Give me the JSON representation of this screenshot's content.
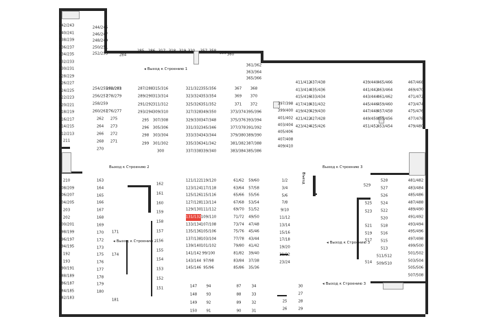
{
  "map": {
    "colors": {
      "wall": "#262626",
      "highlight": "#e8443a",
      "block": "#efefef"
    },
    "highlighted_spot": "131/132",
    "exits": {
      "b1": "Выход к Строению 1",
      "b2_top": "Выход к Строению 2",
      "b2_mid": "Выход к Строению 2",
      "b3_top": "Выход к Строению 3",
      "b3_mid": "Выход к Строению 3",
      "b3_bottom": "Выход к Строению 3",
      "entrance": "Въезд"
    },
    "spots": [
      "242/243",
      "240/241",
      "238/239",
      "236/237",
      "234/235",
      "232/233",
      "230/231",
      "228/229",
      "226/227",
      "224/225",
      "222/223",
      "220/221",
      "218/219",
      "216/217",
      "214/215",
      "212/213",
      "211",
      "244/245",
      "246/247",
      "248/249",
      "250/251",
      "252/253",
      "284",
      "285",
      "286",
      "317",
      "318",
      "319",
      "320",
      "357",
      "358",
      "359",
      "360",
      "254/255",
      "256/257",
      "258/259",
      "260/261",
      "262",
      "264",
      "266",
      "268",
      "270",
      "280/281",
      "278/279",
      "276/277",
      "275",
      "273",
      "272",
      "271",
      "282/283",
      "287/288",
      "289/290",
      "291/292",
      "293/294",
      "295",
      "296",
      "298",
      "299",
      "315/316",
      "313/314",
      "311/312",
      "309/310",
      "307/308",
      "305/306",
      "303/304",
      "301/302",
      "300",
      "321/322",
      "323/324",
      "325/326",
      "327/328",
      "329/330",
      "331/332",
      "333/334",
      "335/336",
      "337/338",
      "355/356",
      "353/354",
      "351/352",
      "349/350",
      "347/348",
      "345/346",
      "343/344",
      "341/342",
      "339/340",
      "367",
      "368",
      "369",
      "370",
      "371",
      "372",
      "373/374",
      "375/376",
      "377/378",
      "379/380",
      "381/382",
      "383/384",
      "395/396",
      "393/394",
      "391/392",
      "389/390",
      "387/388",
      "385/386",
      "361/362",
      "363/364",
      "365/366",
      "397/398",
      "399/400",
      "401/402",
      "403/404",
      "405/406",
      "407/408",
      "409/410",
      "411/412",
      "413/414",
      "415/416",
      "417/418",
      "419/420",
      "421/422",
      "423/424",
      "437/438",
      "435/436",
      "433/434",
      "431/432",
      "429/430",
      "427/428",
      "425/426",
      "439/440",
      "441/442",
      "443/444",
      "445/446",
      "447/448",
      "449/450",
      "451/452",
      "465/466",
      "463/464",
      "461/462",
      "459/460",
      "457/458",
      "455/456",
      "453/454",
      "467/468",
      "469/470",
      "471/472",
      "473/474",
      "475/476",
      "477/478",
      "479/480",
      "210",
      "208/209",
      "206/207",
      "204/205",
      "203",
      "202",
      "200/201",
      "198/199",
      "196/197",
      "194/195",
      "192",
      "193",
      "190/191",
      "188/189",
      "186/187",
      "184/185",
      "182/183",
      "163",
      "164",
      "165",
      "166",
      "167",
      "168",
      "169",
      "170",
      "171",
      "172",
      "173",
      "174",
      "175",
      "176",
      "177",
      "178",
      "179",
      "180",
      "181",
      "162",
      "161",
      "160",
      "159",
      "158",
      "157",
      "156",
      "155",
      "154",
      "153",
      "152",
      "151",
      "121/122",
      "123/124",
      "125/126",
      "127/128",
      "129/130",
      "131/132",
      "133/134",
      "135/136",
      "137/138",
      "139/140",
      "141/142",
      "143/144",
      "145/146",
      "119/120",
      "117/118",
      "115/116",
      "113/114",
      "111/112",
      "109/110",
      "107/108",
      "105/106",
      "103/104",
      "101/102",
      "99/100",
      "97/98",
      "95/96",
      "147",
      "148",
      "149",
      "150",
      "94",
      "93",
      "92",
      "91",
      "61/62",
      "63/64",
      "65/66",
      "67/68",
      "69/70",
      "71/72",
      "73/74",
      "75/76",
      "77/78",
      "79/80",
      "81/82",
      "83/84",
      "85/86",
      "59/60",
      "57/58",
      "55/56",
      "53/54",
      "51/52",
      "49/50",
      "47/48",
      "45/46",
      "43/44",
      "41/42",
      "39/40",
      "37/38",
      "35/36",
      "87",
      "88",
      "89",
      "90",
      "34",
      "33",
      "32",
      "31",
      "1/2",
      "3/4",
      "5/6",
      "7/8",
      "9/10",
      "11/12",
      "13/14",
      "15/16",
      "17/18",
      "19/20",
      "21/22",
      "23/24",
      "25",
      "26",
      "27",
      "28",
      "29",
      "30",
      "528",
      "527",
      "526",
      "525",
      "524",
      "523",
      "522",
      "521",
      "520",
      "519",
      "518",
      "517",
      "516",
      "515",
      "514",
      "513",
      "512",
      "511/512",
      "509/510",
      "529",
      "481/482",
      "483/484",
      "485/486",
      "487/488",
      "489/490",
      "491/492",
      "493/494",
      "495/496",
      "497/498",
      "499/500",
      "501/502",
      "503/504",
      "505/506",
      "507/508"
    ]
  }
}
